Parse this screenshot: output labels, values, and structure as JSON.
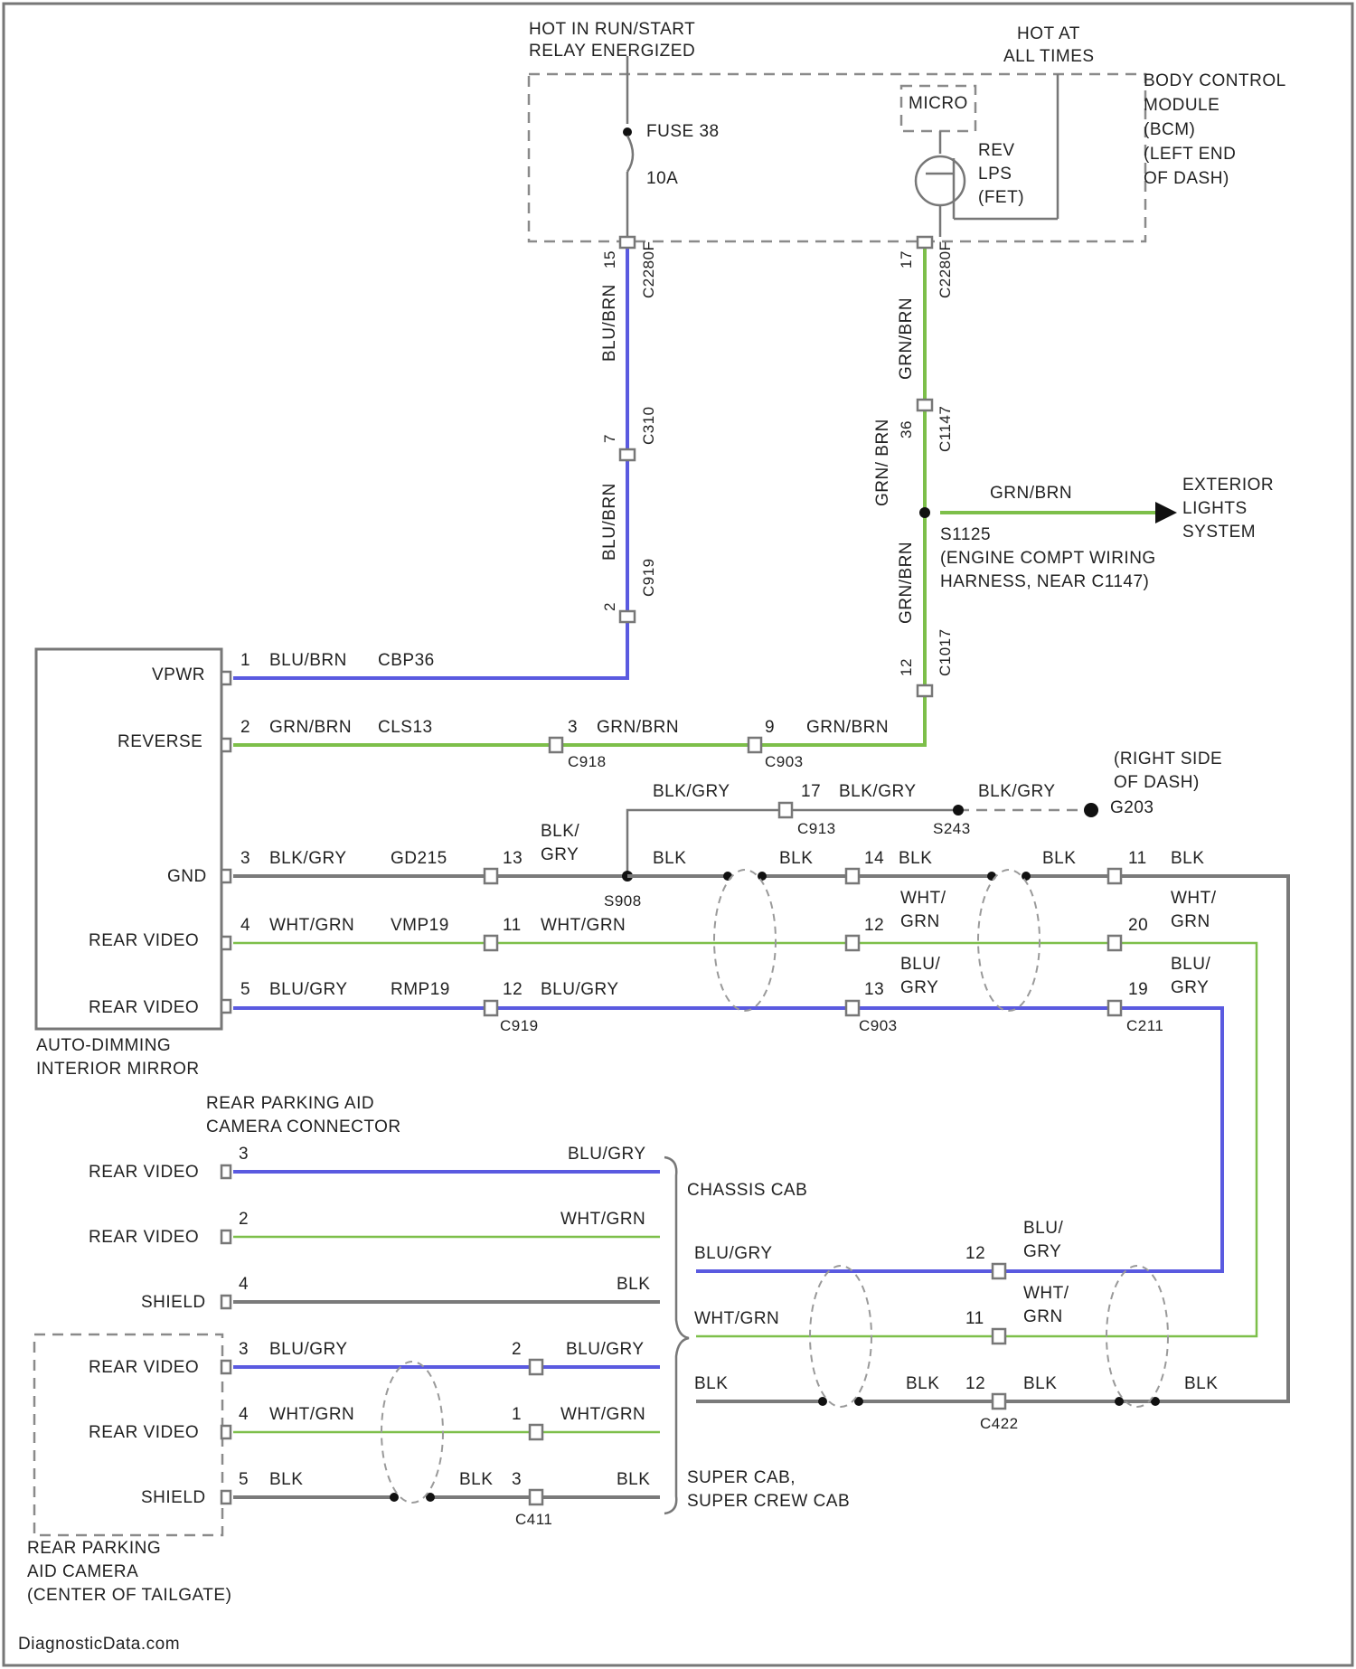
{
  "top": {
    "hot_run": [
      "HOT IN RUN/START",
      "RELAY ENERGIZED"
    ],
    "hot_all": [
      "HOT AT",
      "ALL TIMES"
    ],
    "fuse_label": "FUSE 38",
    "fuse_amp": "10A",
    "micro": "MICRO",
    "rev_lps": [
      "REV",
      "LPS",
      "(FET)"
    ],
    "bcm": [
      "BODY CONTROL",
      "MODULE",
      "(BCM)",
      "(LEFT END",
      "OF DASH)"
    ]
  },
  "left_vertical": {
    "pin15": "15",
    "conn1": "C2280F",
    "color1": "BLU/BRN",
    "pin7": "7",
    "conn2": "C310",
    "color2": "BLU/BRN",
    "pin2": "2",
    "conn3": "C919"
  },
  "right_vertical": {
    "pin17": "17",
    "conn1": "C2280F",
    "color1": "GRN/BRN",
    "pin36": "36",
    "conn2": "C1147",
    "color_side": "GRN/ BRN",
    "color2": "GRN/BRN",
    "pin12": "12",
    "conn3": "C1017"
  },
  "splice": {
    "wire_color": "GRN/BRN",
    "dest": [
      "EXTERIOR",
      "LIGHTS",
      "SYSTEM"
    ],
    "label": [
      "S1125",
      "(ENGINE COMPT WIRING",
      "HARNESS, NEAR C1147)"
    ]
  },
  "mirror": {
    "pins": [
      "VPWR",
      "REVERSE",
      "GND",
      "REAR VIDEO",
      "REAR VIDEO"
    ],
    "label": [
      "AUTO-DIMMING",
      "INTERIOR MIRROR"
    ],
    "rows": [
      {
        "pin": "1",
        "color": "BLU/BRN",
        "circuit": "CBP36"
      },
      {
        "pin": "2",
        "color": "GRN/BRN",
        "circuit": "CLS13"
      },
      {
        "pin": "3",
        "color": "BLK/GRY",
        "circuit": "GD215"
      },
      {
        "pin": "4",
        "color": "WHT/GRN",
        "circuit": "VMP19"
      },
      {
        "pin": "5",
        "color": "BLU/GRY",
        "circuit": "RMP19"
      }
    ]
  },
  "reverse_run": {
    "pin_a": "3",
    "color_a": "GRN/BRN",
    "conn_a": "C918",
    "pin_b": "9",
    "color_b": "GRN/BRN",
    "conn_b": "C903"
  },
  "ground_run": {
    "top_color": "BLK/GRY",
    "pin17": "17",
    "color17": "BLK/GRY",
    "conn17": "C913",
    "s_label": "S243",
    "color_right": "BLK/GRY",
    "g_label": [
      "(RIGHT SIDE",
      "OF DASH)"
    ],
    "g_code": "G203",
    "splice_label": "S908",
    "blkgry_stack": [
      "BLK/",
      "GRY"
    ]
  },
  "buses": {
    "c1": {
      "pins": [
        "13",
        "11",
        "12"
      ],
      "conn": "C919"
    },
    "c2": {
      "pins": [
        "14",
        "12",
        "13"
      ],
      "conn": "C903"
    },
    "c3": {
      "pins": [
        "11",
        "20",
        "19"
      ],
      "conn": "C211"
    },
    "blk": "BLK",
    "whtgrn": "WHT/GRN",
    "whtgrn_stack": [
      "WHT/",
      "GRN"
    ],
    "blugry": "BLU/GRY",
    "blugry_stack": [
      "BLU/",
      "GRY"
    ]
  },
  "camera_connector": {
    "title": [
      "REAR PARKING AID",
      "CAMERA CONNECTOR"
    ],
    "pins": [
      "REAR VIDEO",
      "REAR VIDEO",
      "SHIELD"
    ],
    "pin_nums": [
      "3",
      "2",
      "4"
    ],
    "colors": [
      "BLU/GRY",
      "WHT/GRN",
      "BLK"
    ]
  },
  "chassis": {
    "label": "CHASSIS CAB",
    "colors": [
      "BLU/GRY",
      "WHT/GRN",
      "BLK"
    ],
    "c422_pins": [
      "12",
      "11",
      "12"
    ],
    "c422": "C422",
    "stack1": [
      "BLU/",
      "GRY"
    ],
    "stack2": [
      "WHT/",
      "GRN"
    ],
    "blk": "BLK"
  },
  "camera": {
    "pins": [
      "REAR VIDEO",
      "REAR VIDEO",
      "SHIELD"
    ],
    "pin_nums": [
      "3",
      "4",
      "5"
    ],
    "colors": [
      "BLU/GRY",
      "WHT/GRN",
      "BLK"
    ],
    "c_pins": [
      "2",
      "1",
      "3"
    ],
    "c_colors": [
      "BLU/GRY",
      "WHT/GRN",
      "BLK"
    ],
    "c_conn": "C411",
    "blk_mid": "BLK",
    "label": [
      "REAR PARKING",
      "AID CAMERA",
      "(CENTER OF TAILGATE)"
    ]
  },
  "super": {
    "label": [
      "SUPER CAB,",
      "SUPER CREW CAB"
    ]
  },
  "watermark": "DiagnosticData.com"
}
